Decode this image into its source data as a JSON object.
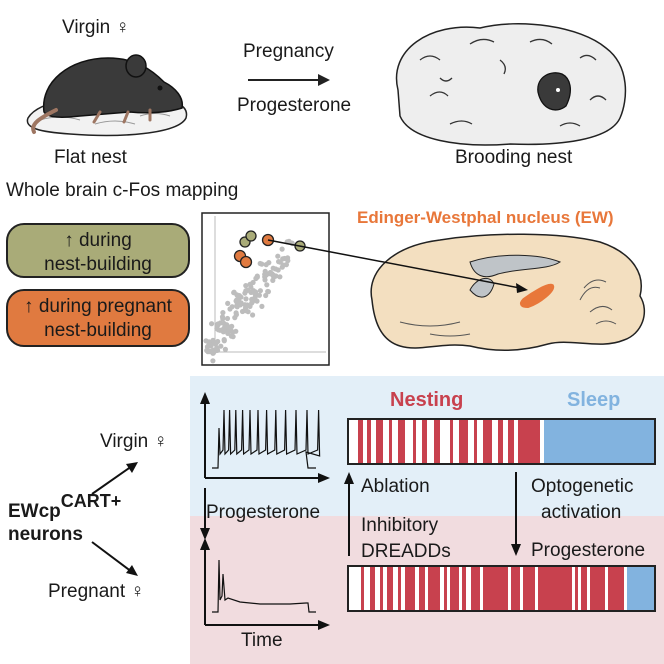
{
  "top": {
    "virgin_label": "Virgin ♀",
    "flat_nest": "Flat nest",
    "pregnancy": "Pregnancy",
    "progesterone": "Progesterone",
    "brooding_nest": "Brooding nest"
  },
  "middle": {
    "section_title": "Whole brain c-Fos mapping",
    "pill_green": "↑ during\nnest-building",
    "pill_orange": "↑ during pregnant\nnest-building",
    "ew_label": "Edinger-Westphal nucleus (EW)"
  },
  "bottom": {
    "virgin": "Virgin ♀",
    "pregnant": "Pregnant ♀",
    "ewcp": "EWcp",
    "cart": "CART+",
    "neurons": "neurons",
    "progesterone_left": "Progesterone",
    "time": "Time",
    "nesting": "Nesting",
    "sleep": "Sleep",
    "ablation": "Ablation",
    "inhibitory": "Inhibitory",
    "dreadds": "DREADDs",
    "optogenetic": "Optogenetic",
    "activation": "activation",
    "progesterone_right": "Progesterone"
  },
  "colors": {
    "nesting": "#c8414e",
    "sleep": "#82b3df",
    "green_pill": "#a9ab78",
    "orange_pill": "#e07a40",
    "ew_orange": "#e8773a",
    "blue_band": "#e3eff8",
    "pink_band": "#f1dcdf"
  }
}
